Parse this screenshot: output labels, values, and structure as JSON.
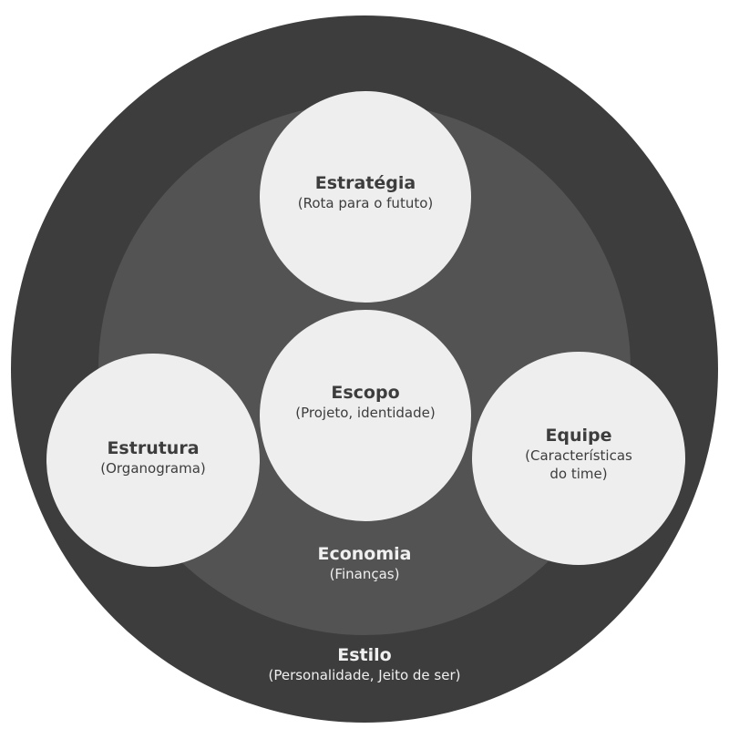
{
  "colors": {
    "outer": "#3d3d3d",
    "inner": "#535353",
    "node": "#eeeeee",
    "node_text": "#3d3d3d",
    "ring_text": "#f0f0f0"
  },
  "estilo": {
    "title": "Estilo",
    "subtitle": "(Personalidade, Jeito de ser)"
  },
  "economia": {
    "title": "Economia",
    "subtitle": "(Finanças)"
  },
  "estrategia": {
    "title": "Estratégia",
    "subtitle": "(Rota para o fututo)"
  },
  "escopo": {
    "title": "Escopo",
    "subtitle": "(Projeto, identidade)"
  },
  "estrutura": {
    "title": "Estrutura",
    "subtitle": "(Organograma)"
  },
  "equipe": {
    "title": "Equipe",
    "subtitle_line1": "(Características",
    "subtitle_line2": "do time)"
  }
}
